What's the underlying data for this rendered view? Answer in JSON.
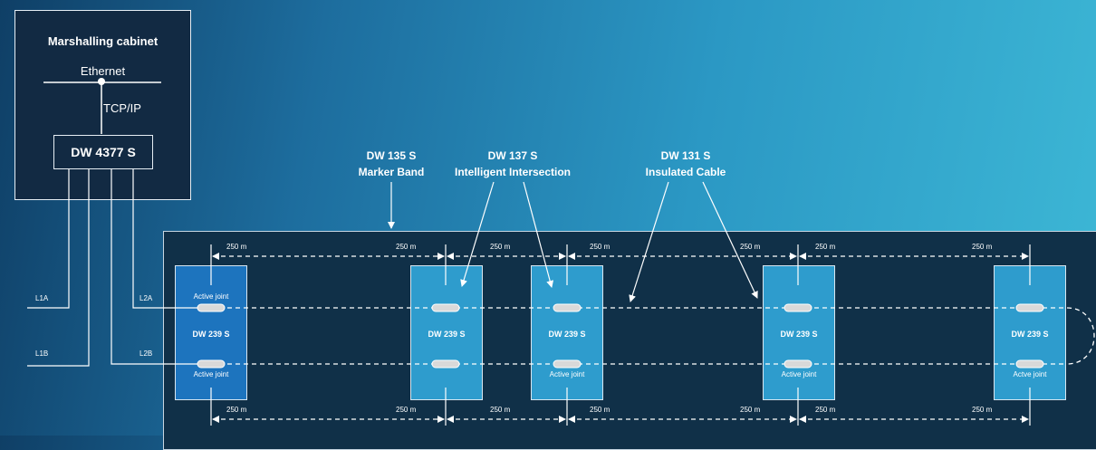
{
  "cabinet": {
    "title": "Marshalling cabinet",
    "ethernet": "Ethernet",
    "tcpip": "TCP/IP",
    "controller": "DW 4377 S"
  },
  "loops": [
    "L1A",
    "L1B",
    "L2A",
    "L2B"
  ],
  "callouts": [
    {
      "code": "DW 135 S",
      "name": "Marker Band"
    },
    {
      "code": "DW 137 S",
      "name": "Intelligent Intersection"
    },
    {
      "code": "DW 131 S",
      "name": "Insulated Cable"
    }
  ],
  "joints": [
    {
      "label": "DW 239 S",
      "top": "Active joint",
      "bottom": "Active joint"
    },
    {
      "label": "DW 239 S",
      "top": "",
      "bottom": ""
    },
    {
      "label": "DW 239 S",
      "top": "",
      "bottom": "Active joint"
    },
    {
      "label": "DW 239 S",
      "top": "",
      "bottom": "Active joint"
    },
    {
      "label": "DW 239 S",
      "top": "",
      "bottom": "Actve joint"
    }
  ],
  "distance_label": "250 m",
  "colors": {
    "cabinet_bg": "#122a43",
    "field_bg": "#103048",
    "first_joint": "#1d74be",
    "joint": "#2e9ccd",
    "line": "#ffffff"
  }
}
